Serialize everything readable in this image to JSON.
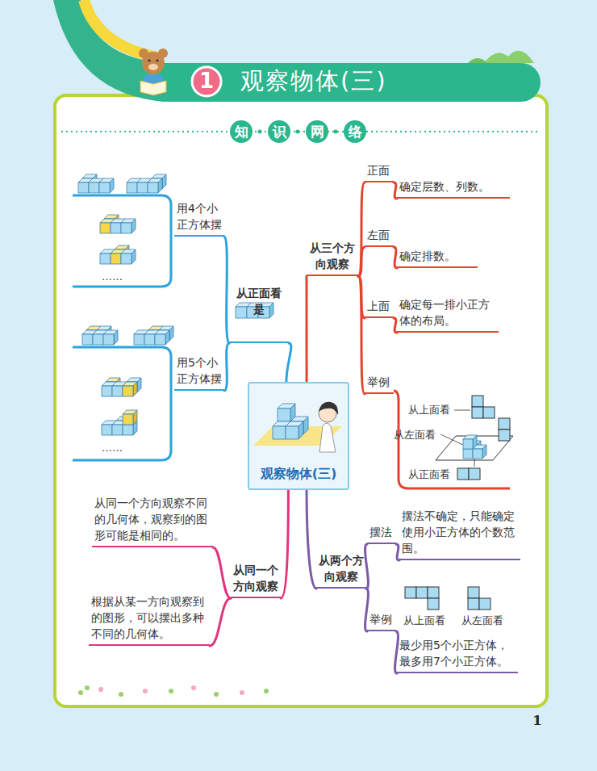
{
  "diagram": {
    "title": "观察物体(三)",
    "nodes": [
      {
        "text": [
          "观察物体(三)"
        ]
      },
      {
        "text": [
          "从三个方向观察"
        ]
      },
      {
        "text": [
          "正面"
        ]
      },
      {
        "text": [
          "确定层数、列数。"
        ]
      },
      {
        "text": [
          "左面"
        ]
      },
      {
        "text": [
          "确定排数。"
        ]
      },
      {
        "text": [
          "上面"
        ]
      },
      {
        "text": [
          "确定每一排小正方体的布局。"
        ]
      },
      {
        "text": [
          "举例"
        ]
      },
      {
        "text": [
          "从两个方向观察"
        ]
      },
      {
        "text": [
          "摆法"
        ]
      },
      {
        "text": [
          "摆法不确定，只能确定使用小正方体的个数范围。"
        ]
      },
      {
        "text": [
          "举例"
        ]
      },
      {
        "text": [
          "最少用5个小正方体，",
          "最多用7个小正方体。"
        ]
      },
      {
        "text": [
          "从同一个方向观察"
        ]
      },
      {
        "text": [
          "从同一个方向观察不同的几何体，观察到的图形可能是相同的。"
        ]
      },
      {
        "text": [
          "根据从某一方向观察到的图形，可以摆出多种不同的几何体。"
        ]
      },
      {
        "text": [
          "从正面看是"
        ]
      },
      {
        "text": [
          "用4个小正方体摆"
        ]
      },
      {
        "text": [
          "用5个小正方体摆"
        ]
      }
    ],
    "edges": [
      {
        "from": 0,
        "to": 1,
        "arrow": "none"
      },
      {
        "from": 1,
        "to": 2,
        "arrow": "none"
      },
      {
        "from": 2,
        "to": 3,
        "arrow": "none"
      },
      {
        "from": 1,
        "to": 4,
        "arrow": "none"
      },
      {
        "from": 4,
        "to": 5,
        "arrow": "none"
      },
      {
        "from": 1,
        "to": 6,
        "arrow": "none"
      },
      {
        "from": 6,
        "to": 7,
        "arrow": "none"
      },
      {
        "from": 1,
        "to": 8,
        "arrow": "none"
      },
      {
        "from": 0,
        "to": 9,
        "arrow": "none"
      },
      {
        "from": 9,
        "to": 10,
        "arrow": "none"
      },
      {
        "from": 10,
        "to": 11,
        "arrow": "none"
      },
      {
        "from": 9,
        "to": 12,
        "arrow": "none"
      },
      {
        "from": 12,
        "to": 13,
        "arrow": "none"
      },
      {
        "from": 0,
        "to": 14,
        "arrow": "none"
      },
      {
        "from": 14,
        "to": 15,
        "arrow": "none"
      },
      {
        "from": 14,
        "to": 16,
        "arrow": "none"
      },
      {
        "from": 0,
        "to": 17,
        "arrow": "none"
      },
      {
        "from": 17,
        "to": 18,
        "arrow": "none"
      },
      {
        "from": 17,
        "to": 19,
        "arrow": "none"
      }
    ],
    "labels": [
      "1",
      "知",
      "识",
      "网",
      "络",
      "从上面看",
      "从左面看",
      "从正面看",
      "……",
      "……",
      "从上面看",
      "从左面看",
      "1"
    ]
  }
}
